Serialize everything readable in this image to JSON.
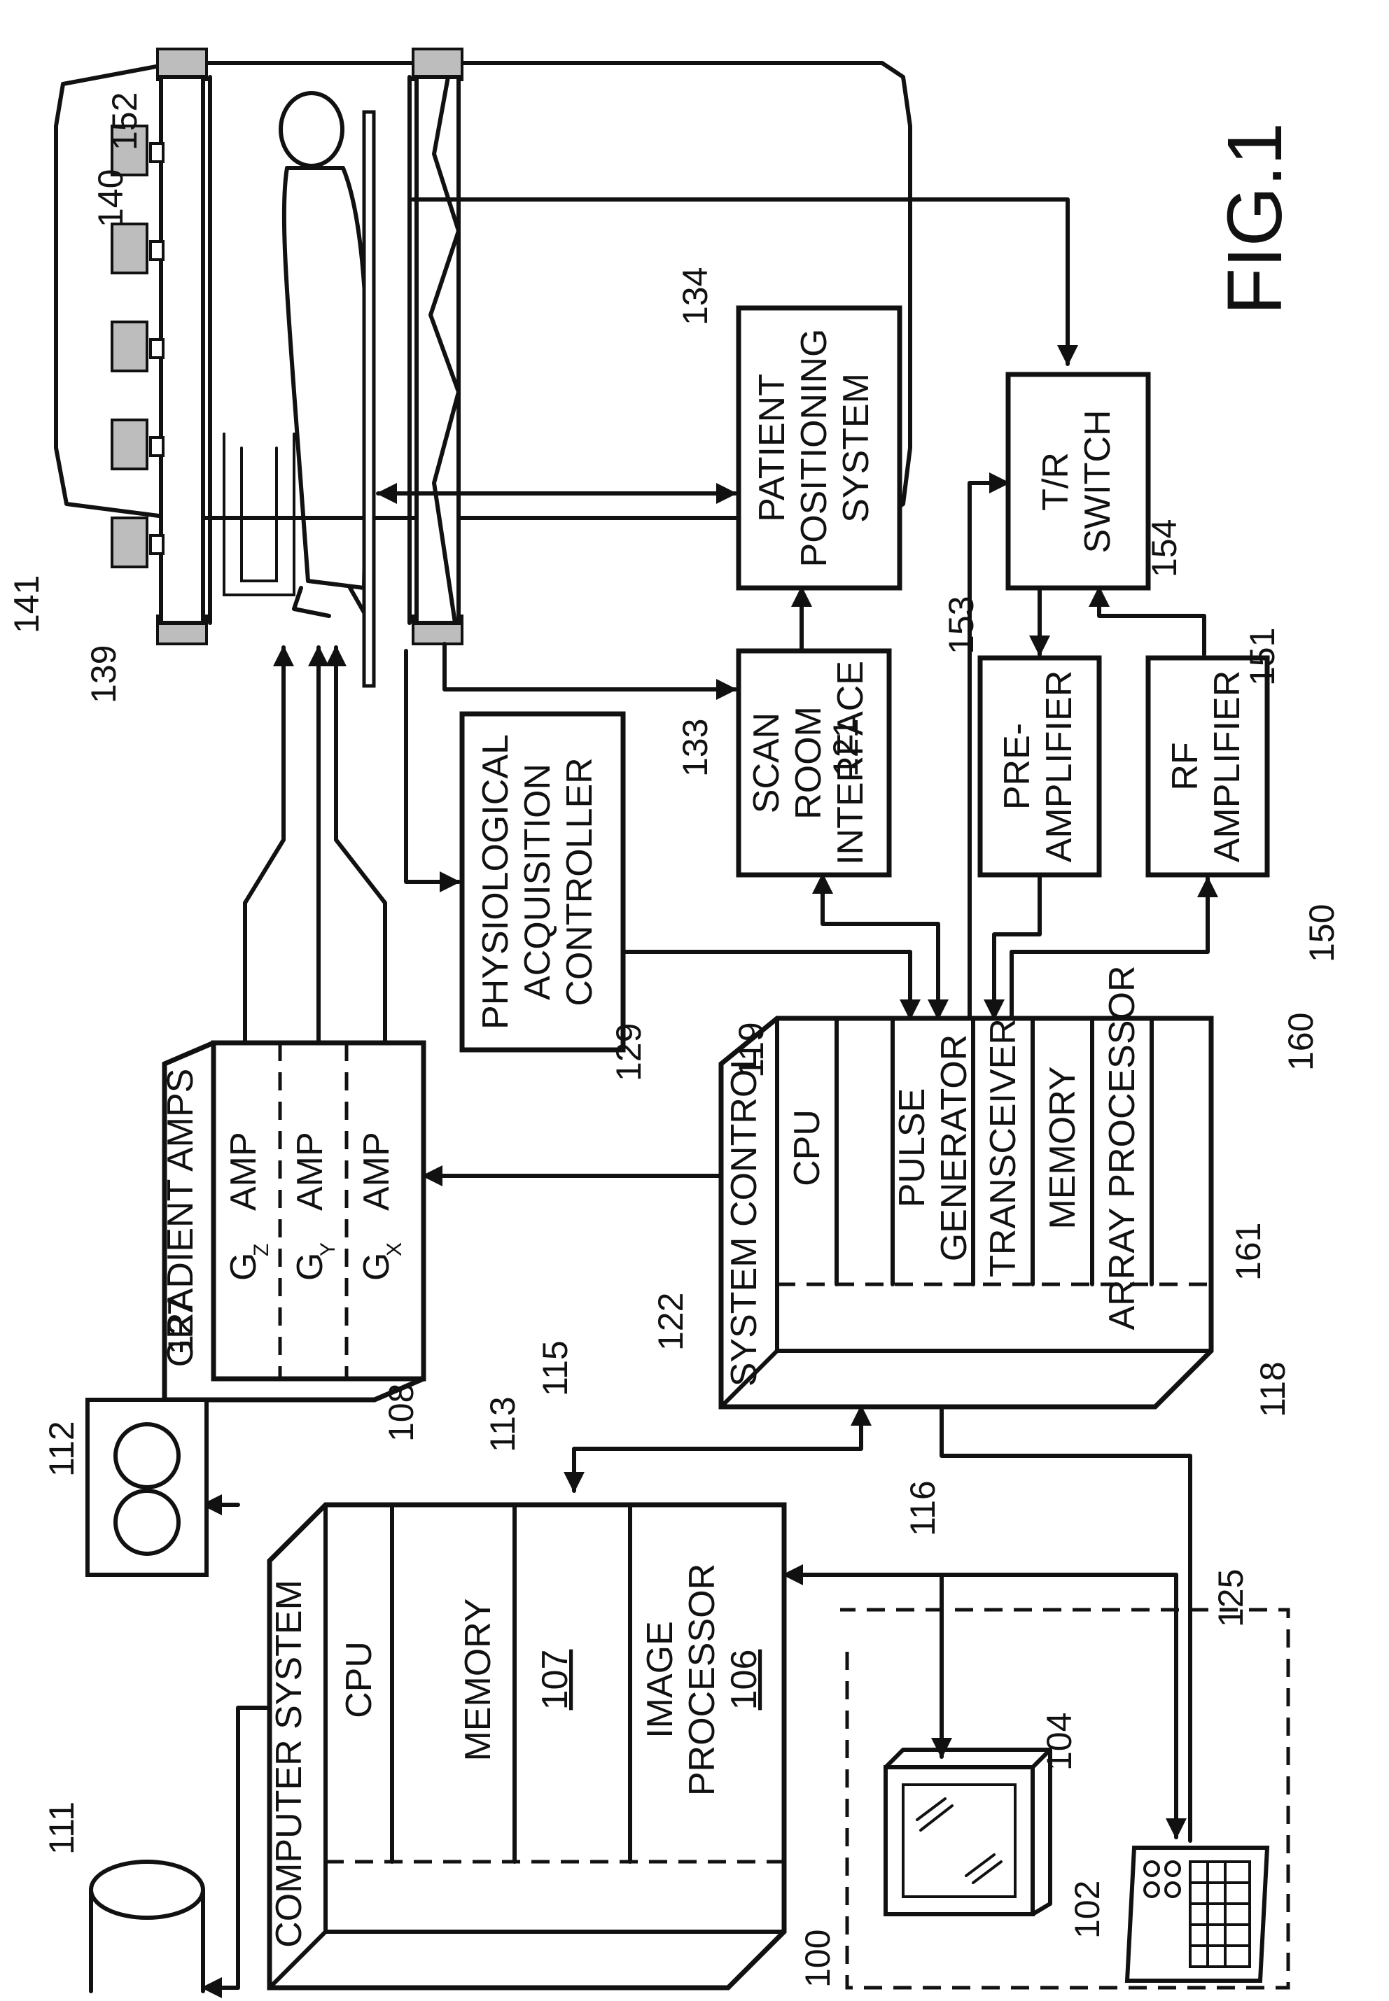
{
  "figure_label": "FIG.1",
  "blocks": {
    "computer_system": {
      "title": "COMPUTER SYSTEM",
      "cpu": "CPU",
      "memory": "MEMORY",
      "memory_ref": "107",
      "image_processor_line1": "IMAGE",
      "image_processor_line2": "PROCESSOR",
      "image_processor_ref": "106"
    },
    "system_control": {
      "title": "SYSTEM CONTROL",
      "cpu": "CPU",
      "pulse_line1": "PULSE",
      "pulse_line2": "GENERATOR",
      "transceiver": "TRANSCEIVER",
      "memory": "MEMORY",
      "array_processor": "ARRAY PROCESSOR"
    },
    "gradient_amps": {
      "title": "GRADIENT AMPS",
      "gz": "G",
      "gz_sub": "Z",
      "gy": "G",
      "gy_sub": "Y",
      "gx": "G",
      "gx_sub": "X",
      "amp": "AMP"
    },
    "physio": {
      "line1": "PHYSIOLOGICAL",
      "line2": "ACQUISITION",
      "line3": "CONTROLLER"
    },
    "scan_room": {
      "line1": "SCAN",
      "line2": "ROOM",
      "line3": "INTERFACE"
    },
    "patient_positioning": {
      "line1": "PATIENT",
      "line2": "POSITIONING",
      "line3": "SYSTEM"
    },
    "preamp": {
      "line1": "PRE-",
      "line2": "AMPLIFIER"
    },
    "rf_amp": {
      "line1": "RF",
      "line2": "AMPLIFIER"
    },
    "tr_switch": {
      "line1": "T/R",
      "line2": "SWITCH"
    }
  },
  "refs": {
    "r100": "100",
    "r102": "102",
    "r104": "104",
    "r108": "108",
    "r111": "111",
    "r112": "112",
    "r113": "113",
    "r115": "115",
    "r116": "116",
    "r118": "118",
    "r119": "119",
    "r121": "121",
    "r122": "122",
    "r125": "125",
    "r127": "127",
    "r129": "129",
    "r133": "133",
    "r134": "134",
    "r139": "139",
    "r140": "140",
    "r141": "141",
    "r150": "150",
    "r151": "151",
    "r152": "152",
    "r153": "153",
    "r154": "154",
    "r160": "160",
    "r161": "161"
  }
}
